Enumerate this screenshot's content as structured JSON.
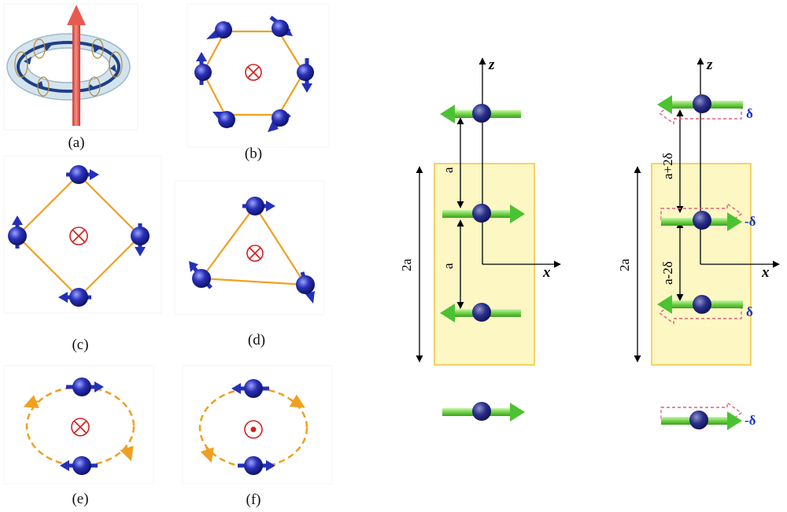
{
  "panels": {
    "a": {
      "caption": "(a)"
    },
    "b": {
      "caption": "(b)"
    },
    "c": {
      "caption": "(c)"
    },
    "d": {
      "caption": "(d)"
    },
    "e": {
      "caption": "(e)"
    },
    "f": {
      "caption": "(f)"
    }
  },
  "middle_diagram": {
    "axis_z": "z",
    "axis_x": "x",
    "spacing_top": "a",
    "spacing_bottom": "a",
    "cell_height": "2a"
  },
  "right_diagram": {
    "axis_z": "z",
    "axis_x": "x",
    "spacing_top": "a+2δ",
    "spacing_bottom": "a-2δ",
    "cell_height": "2a",
    "displacements": [
      "δ",
      "-δ",
      "δ",
      "-δ"
    ]
  },
  "colors": {
    "sphere": "#1d229a",
    "spin_arrow": "#2430b8",
    "bond": "#f0a020",
    "cross_symbol": "#d42020",
    "green_arrow": "#7ed957",
    "cell_fill": "#fdf7c4",
    "cell_border": "#f1c640",
    "dashed_arrow": "#e0607a",
    "delta_text": "#1a36c8"
  }
}
